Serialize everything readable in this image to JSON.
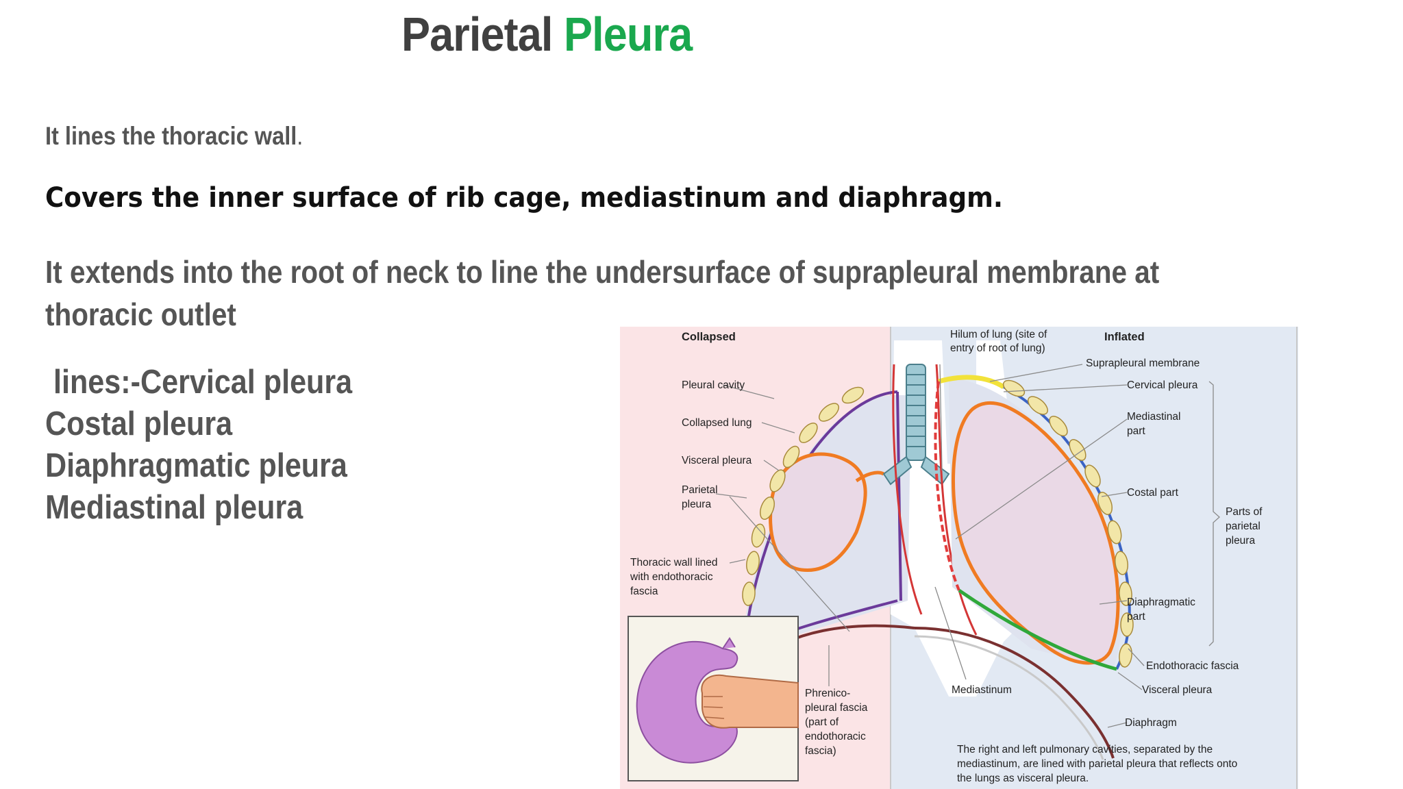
{
  "title": {
    "part1": "Parietal",
    "part2": "Pleura",
    "accent_color": "#1aa84e"
  },
  "text": {
    "line1_main": "It lines the thoracic wall",
    "line1_period": ".",
    "line2": "Covers the inner surface of rib cage, mediastinum and diaphragm.",
    "line3": "It extends into the root of neck to line the undersurface of suprapleural membrane at thoracic outlet",
    "list": [
      " lines:-Cervical pleura",
      "Costal pleura",
      "Diaphragmatic pleura",
      "Mediastinal pleura"
    ]
  },
  "figure": {
    "collapsed_heading": "Collapsed",
    "inflated_heading": "Inflated",
    "left_labels": {
      "pleural_cavity": "Pleural cavity",
      "collapsed_lung": "Collapsed lung",
      "visceral_pleura": "Visceral pleura",
      "parietal_1": "Parietal",
      "parietal_2": "pleura",
      "thoracic_1": "Thoracic wall lined",
      "thoracic_2": "with endothoracic",
      "thoracic_3": "fascia",
      "phrenico_1": "Phrenico-",
      "phrenico_2": "pleural fascia",
      "phrenico_3": "(part of",
      "phrenico_4": "endothoracic",
      "phrenico_5": "fascia)"
    },
    "right_labels": {
      "hilum_1": "Hilum of lung (site of",
      "hilum_2": "entry of root of lung)",
      "suprapleural": "Suprapleural membrane",
      "cervical": "Cervical pleura",
      "mediastinal_1": "Mediastinal",
      "mediastinal_2": "part",
      "costal": "Costal part",
      "parts_1": "Parts of",
      "parts_2": "parietal",
      "parts_3": "pleura",
      "diaphragmatic_1": "Diaphragmatic",
      "diaphragmatic_2": "part",
      "endothoracic": "Endothoracic fascia",
      "visceral": "Visceral pleura",
      "diaphragm": "Diaphragm",
      "mediastinum": "Mediastinum"
    },
    "caption_lines": [
      "The right and left pulmonary cavities, separated by the",
      "mediastinum, are lined with parietal pleura that reflects onto",
      "the lungs as visceral pleura."
    ],
    "colors": {
      "left_bg": "#fbe4e6",
      "right_bg": "#e2e9f3",
      "lung_fill": "#ead9e6",
      "visceral_orange": "#f07b22",
      "parietal_purple": "#6b3a9a",
      "cervical_yellow": "#f2e23a",
      "mediastinal_red": "#e23b3b",
      "costal_blue": "#3a63c4",
      "diaphragm_green": "#2fa83a",
      "balloon": "#c98ad6"
    }
  }
}
